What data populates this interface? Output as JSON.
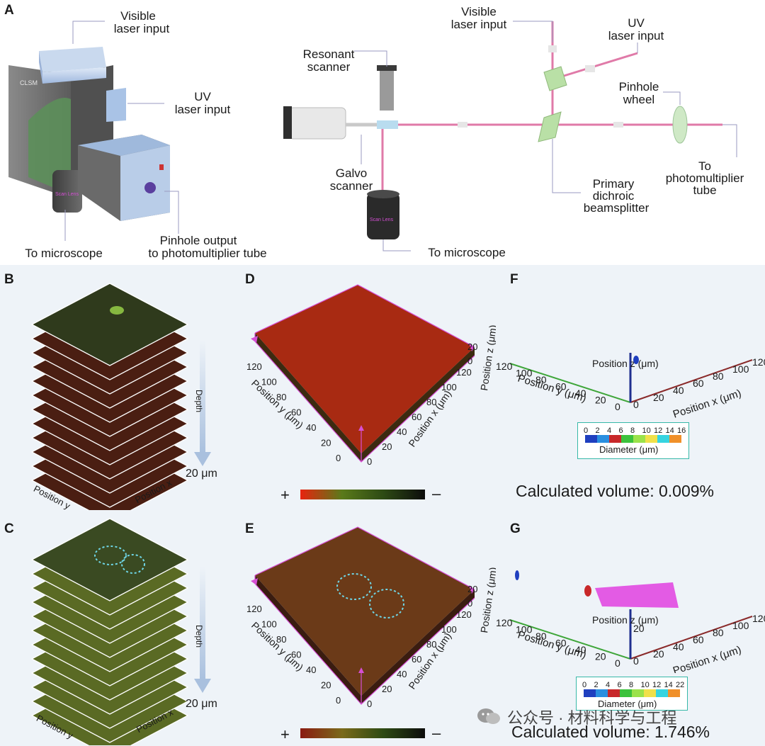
{
  "panelA": {
    "letter": "A",
    "left": {
      "visible_laser_1": "Visible",
      "visible_laser_2": "laser input",
      "uv_laser_1": "UV",
      "uv_laser_2": "laser input",
      "to_microscope": "To microscope",
      "pinhole_output_1": "Pinhole output",
      "pinhole_output_2": "to photomultiplier tube",
      "device_brand": "CLSM",
      "lens_text": "Scan Lens"
    },
    "right": {
      "visible_laser_1": "Visible",
      "visible_laser_2": "laser input",
      "uv_laser_1": "UV",
      "uv_laser_2": "laser input",
      "resonant_1": "Resonant",
      "resonant_2": "scanner",
      "pinhole_wheel_1": "Pinhole",
      "pinhole_wheel_2": "wheel",
      "galvo_1": "Galvo",
      "galvo_2": "scanner",
      "pmt_1": "To",
      "pmt_2": "photomultiplier",
      "pmt_3": "tube",
      "dichroic_1": "Primary",
      "dichroic_2": "dichroic",
      "dichroic_3": "beamsplitter",
      "to_microscope": "To microscope",
      "lens_text": "Scan Lens"
    }
  },
  "panelB": {
    "letter": "B",
    "depth": "Depth",
    "depth_value": "20 μm",
    "pos_y": "Position y",
    "pos_x": "Position x"
  },
  "panelC": {
    "letter": "C",
    "depth": "Depth",
    "depth_value": "20 μm",
    "pos_y": "Position y",
    "pos_x": "Position x"
  },
  "panelD": {
    "letter": "D",
    "y_ticks": [
      "120",
      "100",
      "80",
      "60",
      "40",
      "20",
      "0"
    ],
    "x_ticks": [
      "0",
      "20",
      "40",
      "60",
      "80",
      "100",
      "120"
    ],
    "z_ticks": [
      "20",
      "0"
    ],
    "y_label": "Position y (μm)",
    "x_label": "Position x (μm)",
    "z_label": "Position z (μm)"
  },
  "panelE": {
    "letter": "E",
    "y_ticks": [
      "120",
      "100",
      "80",
      "60",
      "40",
      "20",
      "0"
    ],
    "x_ticks": [
      "0",
      "20",
      "40",
      "60",
      "80",
      "100",
      "120"
    ],
    "z_ticks": [
      "20",
      "0"
    ],
    "y_label": "Position y (μm)",
    "x_label": "Position x (μm)",
    "z_label": "Position z (μm)"
  },
  "colorbar": {
    "plus": "+",
    "minus": "–"
  },
  "panelF": {
    "letter": "F",
    "y_ticks": [
      "120",
      "100",
      "80",
      "60",
      "40",
      "20",
      "0"
    ],
    "x_ticks": [
      "0",
      "20",
      "40",
      "60",
      "80",
      "100",
      "120"
    ],
    "y_label": "Position y (μm)",
    "x_label": "Position x (μm)",
    "z_label": "Position z (μm)",
    "legend_ticks": [
      "0",
      "2",
      "4",
      "6",
      "8",
      "10",
      "12",
      "14",
      "16"
    ],
    "legend_title": "Diameter (μm)",
    "volume": "Calculated volume: 0.009%"
  },
  "panelG": {
    "letter": "G",
    "y_ticks": [
      "120",
      "100",
      "80",
      "60",
      "40",
      "20",
      "0"
    ],
    "x_ticks": [
      "0",
      "20",
      "40",
      "60",
      "80",
      "100",
      "120"
    ],
    "z_tick": "20",
    "y_label": "Position y (μm)",
    "x_label": "Position x (μm)",
    "z_label": "Position z (μm)",
    "legend_ticks": [
      "0",
      "2",
      "4",
      "6",
      "8",
      "10",
      "12",
      "14",
      "22"
    ],
    "legend_title": "Diameter (μm)",
    "volume": "Calculated volume: 1.746%"
  },
  "legend_colors": [
    "#1f3fbf",
    "#2a8fe0",
    "#c8282a",
    "#3cc23c",
    "#9be24a",
    "#f0e04a",
    "#36d4e0",
    "#f0902a",
    "#e040e0"
  ],
  "watermark": "公众号 · 材料科学与工程"
}
